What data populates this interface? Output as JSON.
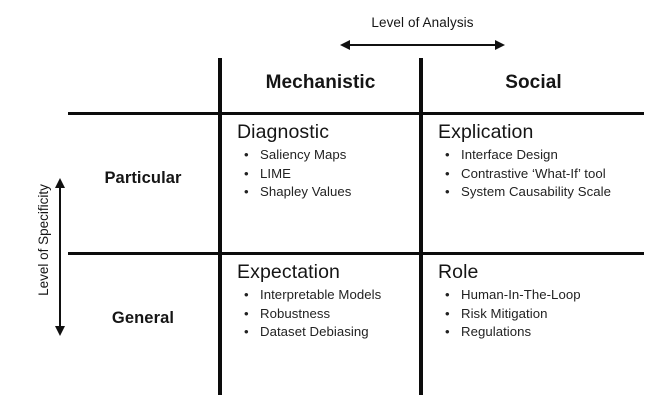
{
  "axes": {
    "horizontal": {
      "label": "Level of Analysis",
      "arrow_icon": "double-arrow-horizontal"
    },
    "vertical": {
      "label": "Level of Specificity",
      "arrow_icon": "double-arrow-vertical"
    }
  },
  "columns": [
    {
      "label": "Mechanistic"
    },
    {
      "label": "Social"
    }
  ],
  "rows": [
    {
      "label": "Particular"
    },
    {
      "label": "General"
    }
  ],
  "quadrants": [
    {
      "title": "Diagnostic",
      "row": "Particular",
      "column": "Mechanistic",
      "items": [
        "Saliency Maps",
        "LIME",
        "Shapley Values"
      ]
    },
    {
      "title": "Explication",
      "row": "Particular",
      "column": "Social",
      "items": [
        "Interface Design",
        "Contrastive ‘What-If’ tool",
        "System Causability Scale"
      ]
    },
    {
      "title": "Expectation",
      "row": "General",
      "column": "Mechanistic",
      "items": [
        "Interpretable Models",
        "Robustness",
        "Dataset Debiasing"
      ]
    },
    {
      "title": "Role",
      "row": "General",
      "column": "Social",
      "items": [
        "Human-In-The-Loop",
        "Risk Mitigation",
        "Regulations"
      ]
    }
  ],
  "bullet_glyph": "•",
  "colors": {
    "background": "#ffffff",
    "rule": "#0c0c0c",
    "text": "#151515",
    "item_text": "#222222"
  }
}
